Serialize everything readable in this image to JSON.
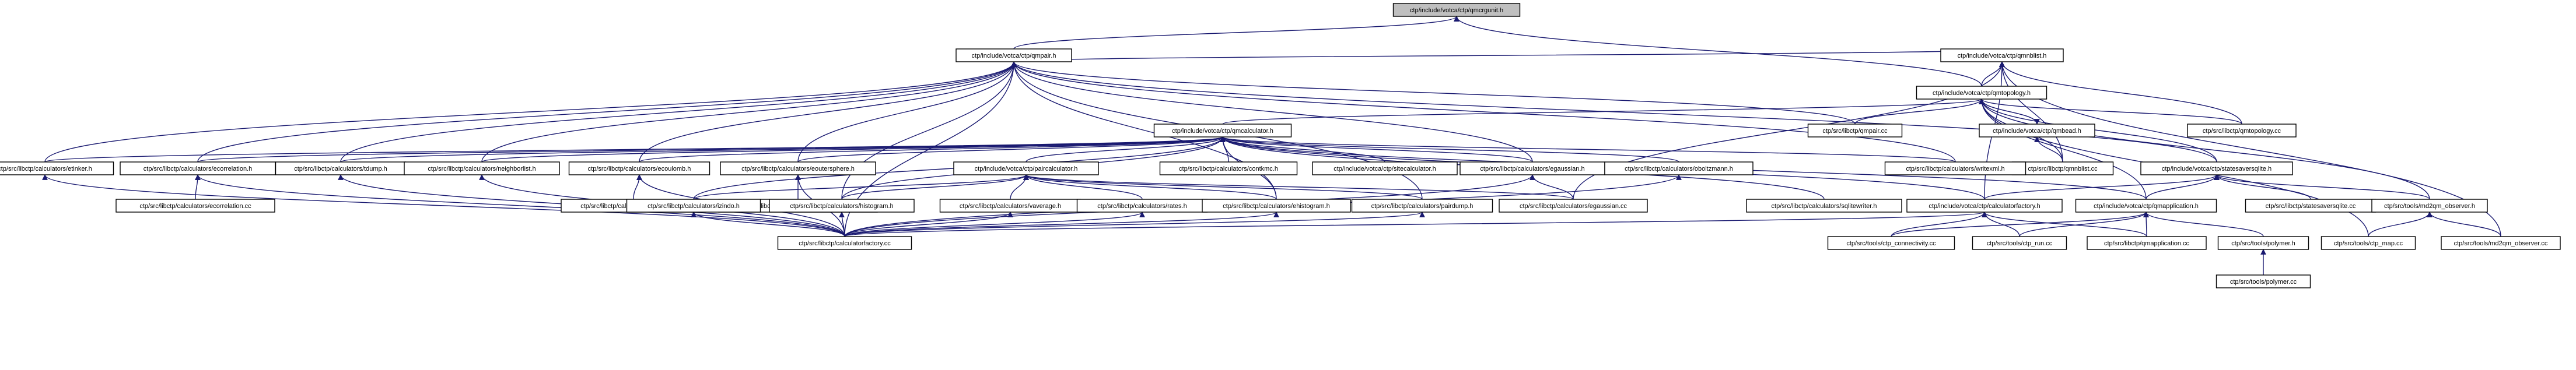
{
  "graph": {
    "root": "qmgrid",
    "edge_color": "#191970",
    "root_fill": "#bfbfbf",
    "node_fill": "#ffffff",
    "nodes": [
      {
        "id": "qmgrid",
        "label": "ctp/include/votca/ctp/qmcrgunit.h"
      },
      {
        "id": "qmpair_h",
        "label": "ctp/include/votca/ctp/qmpair.h"
      },
      {
        "id": "qmnblist_h",
        "label": "ctp/include/votca/ctp/qmnblist.h"
      },
      {
        "id": "qmtopology_h",
        "label": "ctp/include/votca/ctp/qmtopology.h"
      },
      {
        "id": "qmcalculator_h",
        "label": "ctp/include/votca/ctp/qmcalculator.h"
      },
      {
        "id": "qmpair_cc",
        "label": "ctp/src/libctp/qmpair.cc"
      },
      {
        "id": "qmbead_h",
        "label": "ctp/include/votca/ctp/qmbead.h"
      },
      {
        "id": "qmtopology_cc",
        "label": "ctp/src/libctp/qmtopology.cc"
      },
      {
        "id": "statesaver_h",
        "label": "ctp/include/votca/ctp/statesaversqlite.h"
      },
      {
        "id": "qmnblist_cc",
        "label": "ctp/src/libctp/qmnblist.cc"
      },
      {
        "id": "writexml_h",
        "label": "ctp/src/libctp/calculators/writexml.h"
      },
      {
        "id": "etinker_h",
        "label": "ctp/src/libctp/calculators/etinker.h"
      },
      {
        "id": "ecorrelation_h",
        "label": "ctp/src/libctp/calculators/ecorrelation.h"
      },
      {
        "id": "tdump_h",
        "label": "ctp/src/libctp/calculators/tdump.h"
      },
      {
        "id": "neighborlist_h",
        "label": "ctp/src/libctp/calculators/neighborlist.h"
      },
      {
        "id": "ecoulomb_h",
        "label": "ctp/src/libctp/calculators/ecoulomb.h"
      },
      {
        "id": "eoutersphere_h",
        "label": "ctp/src/libctp/calculators/eoutersphere.h"
      },
      {
        "id": "paircalculator_h",
        "label": "ctp/include/votca/ctp/paircalculator.h"
      },
      {
        "id": "contkmc_h",
        "label": "ctp/src/libctp/calculators/contkmc.h"
      },
      {
        "id": "sitecalculator_h",
        "label": "ctp/include/votca/ctp/sitecalculator.h"
      },
      {
        "id": "egaussian_h",
        "label": "ctp/src/libctp/calculators/egaussian.h"
      },
      {
        "id": "oboltzmann_h",
        "label": "ctp/src/libctp/calculators/oboltzmann.h"
      },
      {
        "id": "ecorrelation_cc",
        "label": "ctp/src/libctp/calculators/ecorrelation.cc"
      },
      {
        "id": "ecoulomb_cc",
        "label": "ctp/src/libctp/calculators/ecoulomb.cc"
      },
      {
        "id": "eoutersphere_cc",
        "label": "ctp/src/libctp/calculators/eoutersphere.cc"
      },
      {
        "id": "izindo_h",
        "label": "ctp/src/libctp/calculators/izindo.h"
      },
      {
        "id": "histogram_h",
        "label": "ctp/src/libctp/calculators/histogram.h"
      },
      {
        "id": "vaverage_h",
        "label": "ctp/src/libctp/calculators/vaverage.h"
      },
      {
        "id": "rates_h",
        "label": "ctp/src/libctp/calculators/rates.h"
      },
      {
        "id": "ehistogram_h",
        "label": "ctp/src/libctp/calculators/ehistogram.h"
      },
      {
        "id": "pairdump_h",
        "label": "ctp/src/libctp/calculators/pairdump.h"
      },
      {
        "id": "egaussian_cc",
        "label": "ctp/src/libctp/calculators/egaussian.cc"
      },
      {
        "id": "sqlitewriter_h",
        "label": "ctp/src/libctp/calculators/sqlitewriter.h"
      },
      {
        "id": "calcfactory_h",
        "label": "ctp/include/votca/ctp/calculatorfactory.h"
      },
      {
        "id": "qmapplication_h",
        "label": "ctp/include/votca/ctp/qmapplication.h"
      },
      {
        "id": "statesaver_cc",
        "label": "ctp/src/libctp/statesaversqlite.cc"
      },
      {
        "id": "md2qm_h",
        "label": "ctp/src/tools/md2qm_observer.h"
      },
      {
        "id": "calcfactory_cc",
        "label": "ctp/src/libctp/calculatorfactory.cc"
      },
      {
        "id": "ctp_connectivity_cc",
        "label": "ctp/src/tools/ctp_connectivity.cc"
      },
      {
        "id": "ctp_run_cc",
        "label": "ctp/src/tools/ctp_run.cc"
      },
      {
        "id": "qmapplication_cc",
        "label": "ctp/src/libctp/qmapplication.cc"
      },
      {
        "id": "polymer_h",
        "label": "ctp/src/tools/polymer.h"
      },
      {
        "id": "ctp_map_cc",
        "label": "ctp/src/tools/ctp_map.cc"
      },
      {
        "id": "md2qm_cc",
        "label": "ctp/src/tools/md2qm_observer.cc"
      },
      {
        "id": "polymer_cc",
        "label": "ctp/src/tools/polymer.cc"
      }
    ],
    "edges": [
      [
        "qmgrid",
        "qmpair_h"
      ],
      [
        "qmgrid",
        "qmtopology_h"
      ],
      [
        "qmpair_h",
        "qmnblist_h"
      ],
      [
        "qmpair_h",
        "qmpair_cc"
      ],
      [
        "qmpair_h",
        "statesaver_h"
      ],
      [
        "qmpair_h",
        "writexml_h"
      ],
      [
        "qmpair_h",
        "etinker_h"
      ],
      [
        "qmpair_h",
        "ecorrelation_h"
      ],
      [
        "qmpair_h",
        "tdump_h"
      ],
      [
        "qmpair_h",
        "neighborlist_h"
      ],
      [
        "qmpair_h",
        "ecoulomb_h"
      ],
      [
        "qmpair_h",
        "eoutersphere_h"
      ],
      [
        "qmpair_h",
        "egaussian_h"
      ],
      [
        "qmpair_h",
        "histogram_h"
      ],
      [
        "qmpair_h",
        "ehistogram_h"
      ],
      [
        "qmpair_h",
        "pairdump_h"
      ],
      [
        "qmpair_h",
        "calcfactory_cc"
      ],
      [
        "qmnblist_h",
        "qmtopology_h"
      ],
      [
        "qmnblist_h",
        "qmnblist_cc"
      ],
      [
        "qmnblist_h",
        "egaussian_cc"
      ],
      [
        "qmnblist_h",
        "md2qm_cc"
      ],
      [
        "qmnblist_h",
        "calcfactory_h"
      ],
      [
        "qmnblist_h",
        "qmtopology_cc"
      ],
      [
        "qmtopology_h",
        "qmcalculator_h"
      ],
      [
        "qmtopology_h",
        "qmpair_cc"
      ],
      [
        "qmtopology_h",
        "qmbead_h"
      ],
      [
        "qmtopology_h",
        "qmtopology_cc"
      ],
      [
        "qmtopology_h",
        "statesaver_h"
      ],
      [
        "qmtopology_h",
        "qmnblist_cc"
      ],
      [
        "qmtopology_h",
        "qmapplication_h"
      ],
      [
        "qmtopology_h",
        "ctp_map_cc"
      ],
      [
        "qmtopology_h",
        "md2qm_h"
      ],
      [
        "qmbead_h",
        "qmtopology_h"
      ],
      [
        "qmbead_h",
        "qmnblist_cc"
      ],
      [
        "qmcalculator_h",
        "etinker_h"
      ],
      [
        "qmcalculator_h",
        "ecorrelation_h"
      ],
      [
        "qmcalculator_h",
        "tdump_h"
      ],
      [
        "qmcalculator_h",
        "neighborlist_h"
      ],
      [
        "qmcalculator_h",
        "ecoulomb_h"
      ],
      [
        "qmcalculator_h",
        "eoutersphere_h"
      ],
      [
        "qmcalculator_h",
        "paircalculator_h"
      ],
      [
        "qmcalculator_h",
        "contkmc_h"
      ],
      [
        "qmcalculator_h",
        "sitecalculator_h"
      ],
      [
        "qmcalculator_h",
        "egaussian_h"
      ],
      [
        "qmcalculator_h",
        "oboltzmann_h"
      ],
      [
        "qmcalculator_h",
        "writexml_h"
      ],
      [
        "qmcalculator_h",
        "sqlitewriter_h"
      ],
      [
        "qmcalculator_h",
        "calcfactory_h"
      ],
      [
        "qmcalculator_h",
        "qmapplication_h"
      ],
      [
        "qmcalculator_h",
        "izindo_h"
      ],
      [
        "qmcalculator_h",
        "histogram_h"
      ],
      [
        "qmcalculator_h",
        "ehistogram_h"
      ],
      [
        "paircalculator_h",
        "izindo_h"
      ],
      [
        "paircalculator_h",
        "histogram_h"
      ],
      [
        "paircalculator_h",
        "vaverage_h"
      ],
      [
        "paircalculator_h",
        "rates_h"
      ],
      [
        "paircalculator_h",
        "ehistogram_h"
      ],
      [
        "paircalculator_h",
        "pairdump_h"
      ],
      [
        "paircalculator_h",
        "egaussian_cc"
      ],
      [
        "ecorrelation_h",
        "ecorrelation_cc"
      ],
      [
        "ecoulomb_h",
        "ecoulomb_cc"
      ],
      [
        "eoutersphere_h",
        "eoutersphere_cc"
      ],
      [
        "egaussian_h",
        "egaussian_cc"
      ],
      [
        "etinker_h",
        "calcfactory_cc"
      ],
      [
        "ecorrelation_h",
        "calcfactory_cc"
      ],
      [
        "tdump_h",
        "calcfactory_cc"
      ],
      [
        "neighborlist_h",
        "calcfactory_cc"
      ],
      [
        "ecoulomb_h",
        "calcfactory_cc"
      ],
      [
        "eoutersphere_h",
        "calcfactory_cc"
      ],
      [
        "egaussian_h",
        "calcfactory_cc"
      ],
      [
        "oboltzmann_h",
        "calcfactory_cc"
      ],
      [
        "izindo_h",
        "calcfactory_cc"
      ],
      [
        "histogram_h",
        "calcfactory_cc"
      ],
      [
        "vaverage_h",
        "calcfactory_cc"
      ],
      [
        "rates_h",
        "calcfactory_cc"
      ],
      [
        "ehistogram_h",
        "calcfactory_cc"
      ],
      [
        "pairdump_h",
        "calcfactory_cc"
      ],
      [
        "calcfactory_h",
        "calcfactory_cc"
      ],
      [
        "statesaver_h",
        "calcfactory_h"
      ],
      [
        "statesaver_h",
        "qmapplication_h"
      ],
      [
        "statesaver_h",
        "statesaver_cc"
      ],
      [
        "statesaver_h",
        "md2qm_h"
      ],
      [
        "calcfactory_h",
        "ctp_connectivity_cc"
      ],
      [
        "calcfactory_h",
        "ctp_run_cc"
      ],
      [
        "calcfactory_h",
        "qmapplication_cc"
      ],
      [
        "qmapplication_h",
        "ctp_connectivity_cc"
      ],
      [
        "qmapplication_h",
        "ctp_run_cc"
      ],
      [
        "qmapplication_h",
        "qmapplication_cc"
      ],
      [
        "qmapplication_h",
        "polymer_h"
      ],
      [
        "md2qm_h",
        "ctp_map_cc"
      ],
      [
        "md2qm_h",
        "md2qm_cc"
      ],
      [
        "polymer_h",
        "polymer_cc"
      ]
    ]
  }
}
